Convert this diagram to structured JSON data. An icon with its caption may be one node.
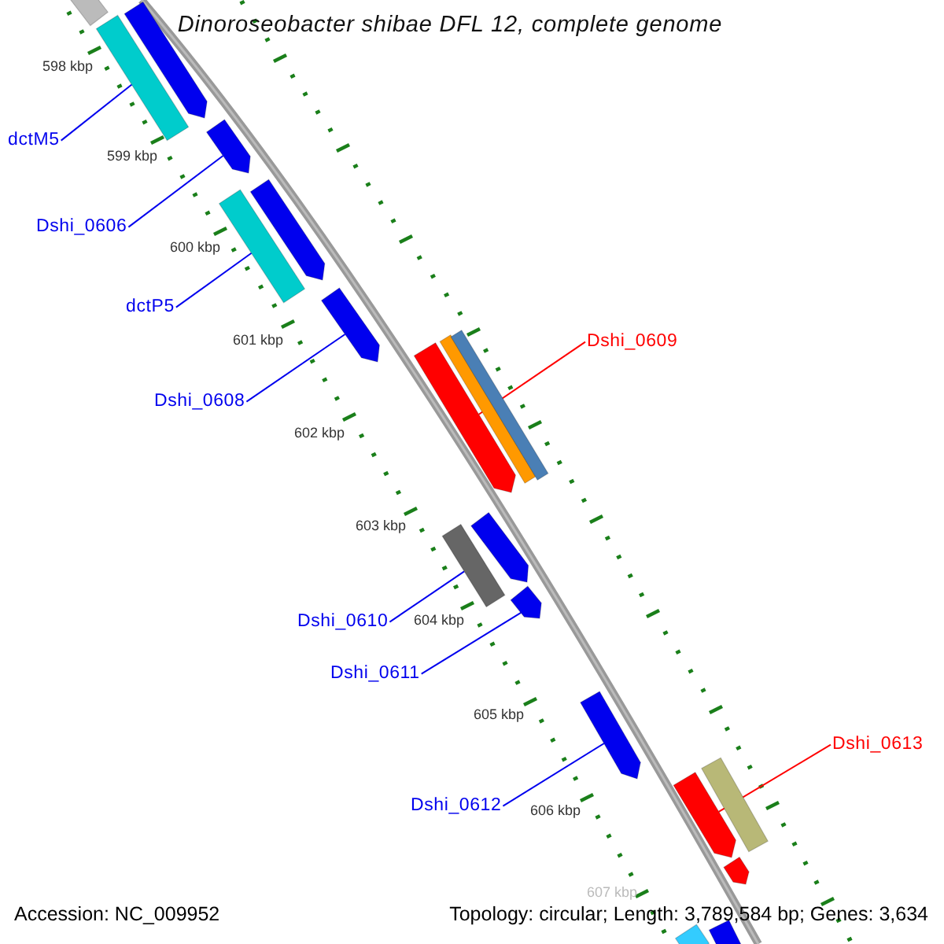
{
  "diagram": {
    "title": "Dinoroseobacter shibae DFL 12, complete genome",
    "nodes": [
      {
        "text": [
          "dctM5"
        ]
      },
      {
        "text": [
          "Dshi_0606"
        ]
      },
      {
        "text": [
          "dctP5"
        ]
      },
      {
        "text": [
          "Dshi_0608"
        ]
      },
      {
        "text": [
          "Dshi_0609"
        ]
      },
      {
        "text": [
          "Dshi_0610"
        ]
      },
      {
        "text": [
          "Dshi_0611"
        ]
      },
      {
        "text": [
          "Dshi_0612"
        ]
      },
      {
        "text": [
          "Dshi_0613"
        ]
      },
      {
        "text": [],
        "shape": "bar"
      },
      {
        "text": [],
        "shape": "bar"
      },
      {
        "text": [],
        "shape": "bar"
      },
      {
        "text": [],
        "shape": "bar"
      },
      {
        "text": [],
        "shape": "bar"
      },
      {
        "text": [],
        "shape": "bar"
      },
      {
        "text": [],
        "shape": "bar"
      },
      {
        "text": [],
        "shape": "bar"
      },
      {
        "text": [],
        "shape": "bar"
      },
      {
        "text": [],
        "shape": "bar"
      },
      {
        "text": [],
        "shape": "bar"
      },
      {
        "text": [],
        "shape": "bar"
      },
      {
        "text": [],
        "shape": "bar"
      },
      {
        "text": [],
        "shape": "bar"
      },
      {
        "text": [],
        "shape": "bar"
      },
      {
        "text": [],
        "shape": "bar"
      },
      {
        "text": [],
        "shape": "bar"
      },
      {
        "text": [],
        "shape": "bar"
      },
      {
        "text": [],
        "shape": "bar"
      }
    ],
    "edges": [
      {
        "from": 0,
        "to": 9,
        "arrow": "none"
      },
      {
        "from": 1,
        "to": 10,
        "arrow": "none"
      },
      {
        "from": 2,
        "to": 11,
        "arrow": "none"
      },
      {
        "from": 3,
        "to": 12,
        "arrow": "none"
      },
      {
        "from": 4,
        "to": 13,
        "arrow": "none",
        "color": "#ff0000"
      },
      {
        "from": 5,
        "to": 14,
        "arrow": "none"
      },
      {
        "from": 6,
        "to": 15,
        "arrow": "none"
      },
      {
        "from": 7,
        "to": 16,
        "arrow": "none"
      },
      {
        "from": 8,
        "to": 17,
        "arrow": "none",
        "color": "#ff0000"
      }
    ],
    "labels": [
      "598 kbp",
      "599 kbp",
      "600 kbp",
      "601 kbp",
      "602 kbp",
      "603 kbp",
      "604 kbp",
      "605 kbp",
      "606 kbp",
      "607 kbp",
      "Accession: NC_009952",
      "Topology: circular; Length: 3,789,584 bp; Genes: 3,634"
    ]
  }
}
